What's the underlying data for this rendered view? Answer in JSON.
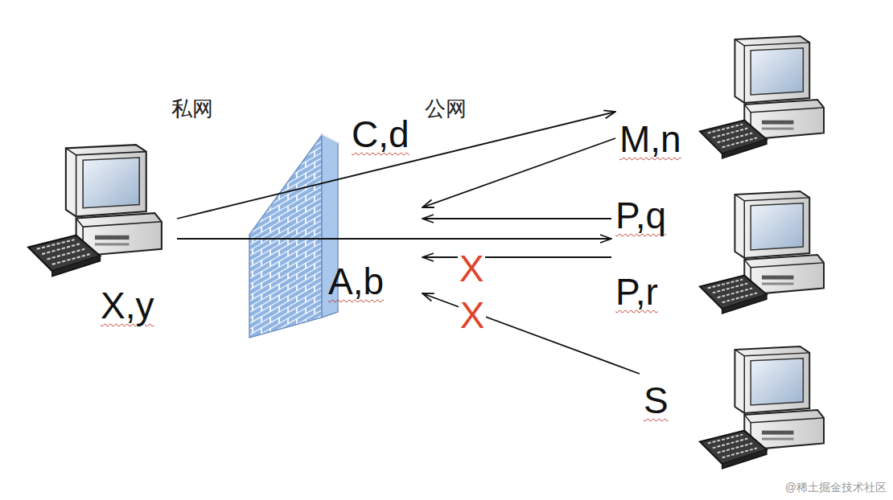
{
  "diagram": {
    "nodes": [
      {
        "text": [
          "X,y"
        ]
      },
      {
        "text": [
          "C,d",
          "A,b"
        ]
      },
      {
        "text": [
          "M,n"
        ]
      },
      {
        "text": [
          "P,q",
          "P,r"
        ]
      },
      {
        "text": [
          "S"
        ]
      }
    ],
    "edges": [
      {
        "from": 0,
        "to": 2,
        "arrow": "to"
      },
      {
        "from": 2,
        "to": 1,
        "arrow": "to"
      },
      {
        "from": 3,
        "to": 1,
        "arrow": "to"
      },
      {
        "from": 0,
        "to": 3,
        "arrow": "to"
      },
      {
        "from": 3,
        "to": 1,
        "arrow": "to",
        "label": "X"
      },
      {
        "from": 4,
        "to": 1,
        "arrow": "to",
        "label": "X"
      }
    ],
    "labels": [
      "私网",
      "公网",
      "@稀土掘金技术社区"
    ]
  }
}
